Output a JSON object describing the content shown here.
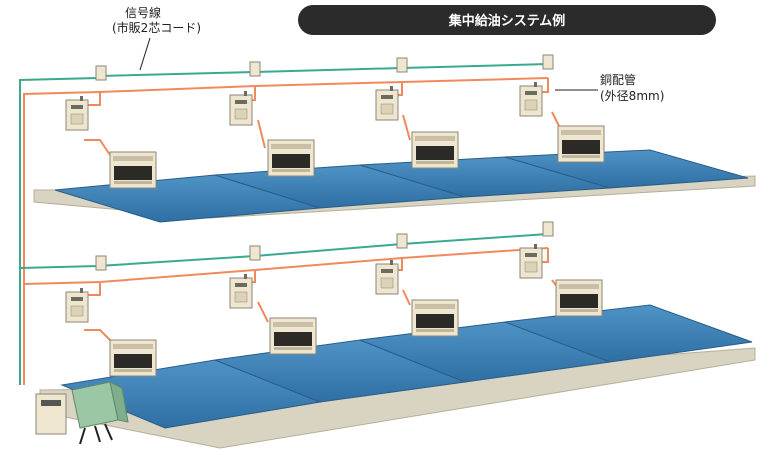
{
  "title": "集中給油システム例",
  "signal_wire": {
    "line1": "信号線",
    "line2": "(市販2芯コード)"
  },
  "copper_pipe": {
    "line1": "銅配管",
    "line2": "(外径8mm)"
  },
  "colors": {
    "title_bar": "#2b2b2b",
    "signal_line": "#3aa98e",
    "copper_line": "#f08a5d",
    "room_floor": "#3f7fb3",
    "floor_base": "#d9d3c2",
    "unit_body": "#efe6cf"
  }
}
